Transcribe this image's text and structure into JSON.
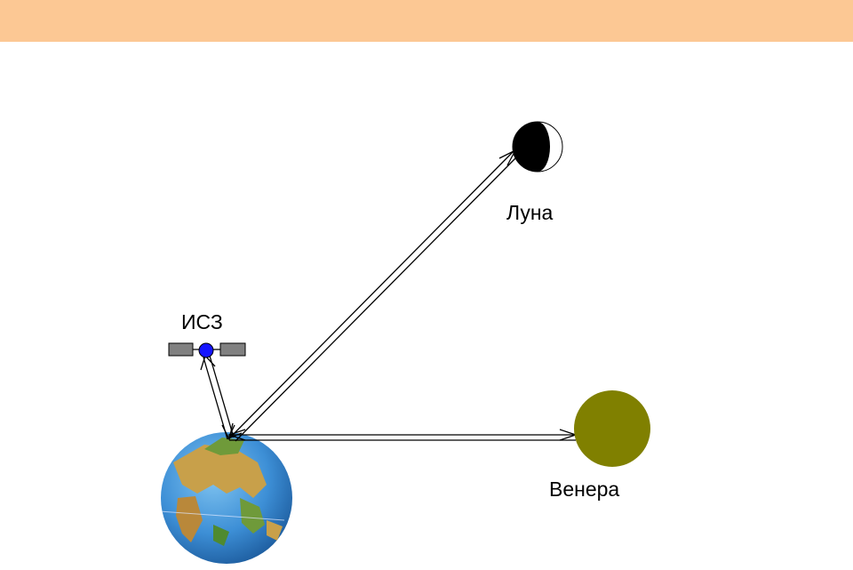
{
  "colors": {
    "header_band": "#fcc894",
    "earth_ocean": "#3d8fd6",
    "earth_land": "#c8a04a",
    "moon_dark": "#000000",
    "moon_light": "#ffffff",
    "venus": "#808000",
    "satellite_body": "#1515ff",
    "solar_panel": "#808080"
  },
  "labels": {
    "moon": "Луна",
    "venus": "Венера",
    "satellite": "ИСЗ"
  }
}
